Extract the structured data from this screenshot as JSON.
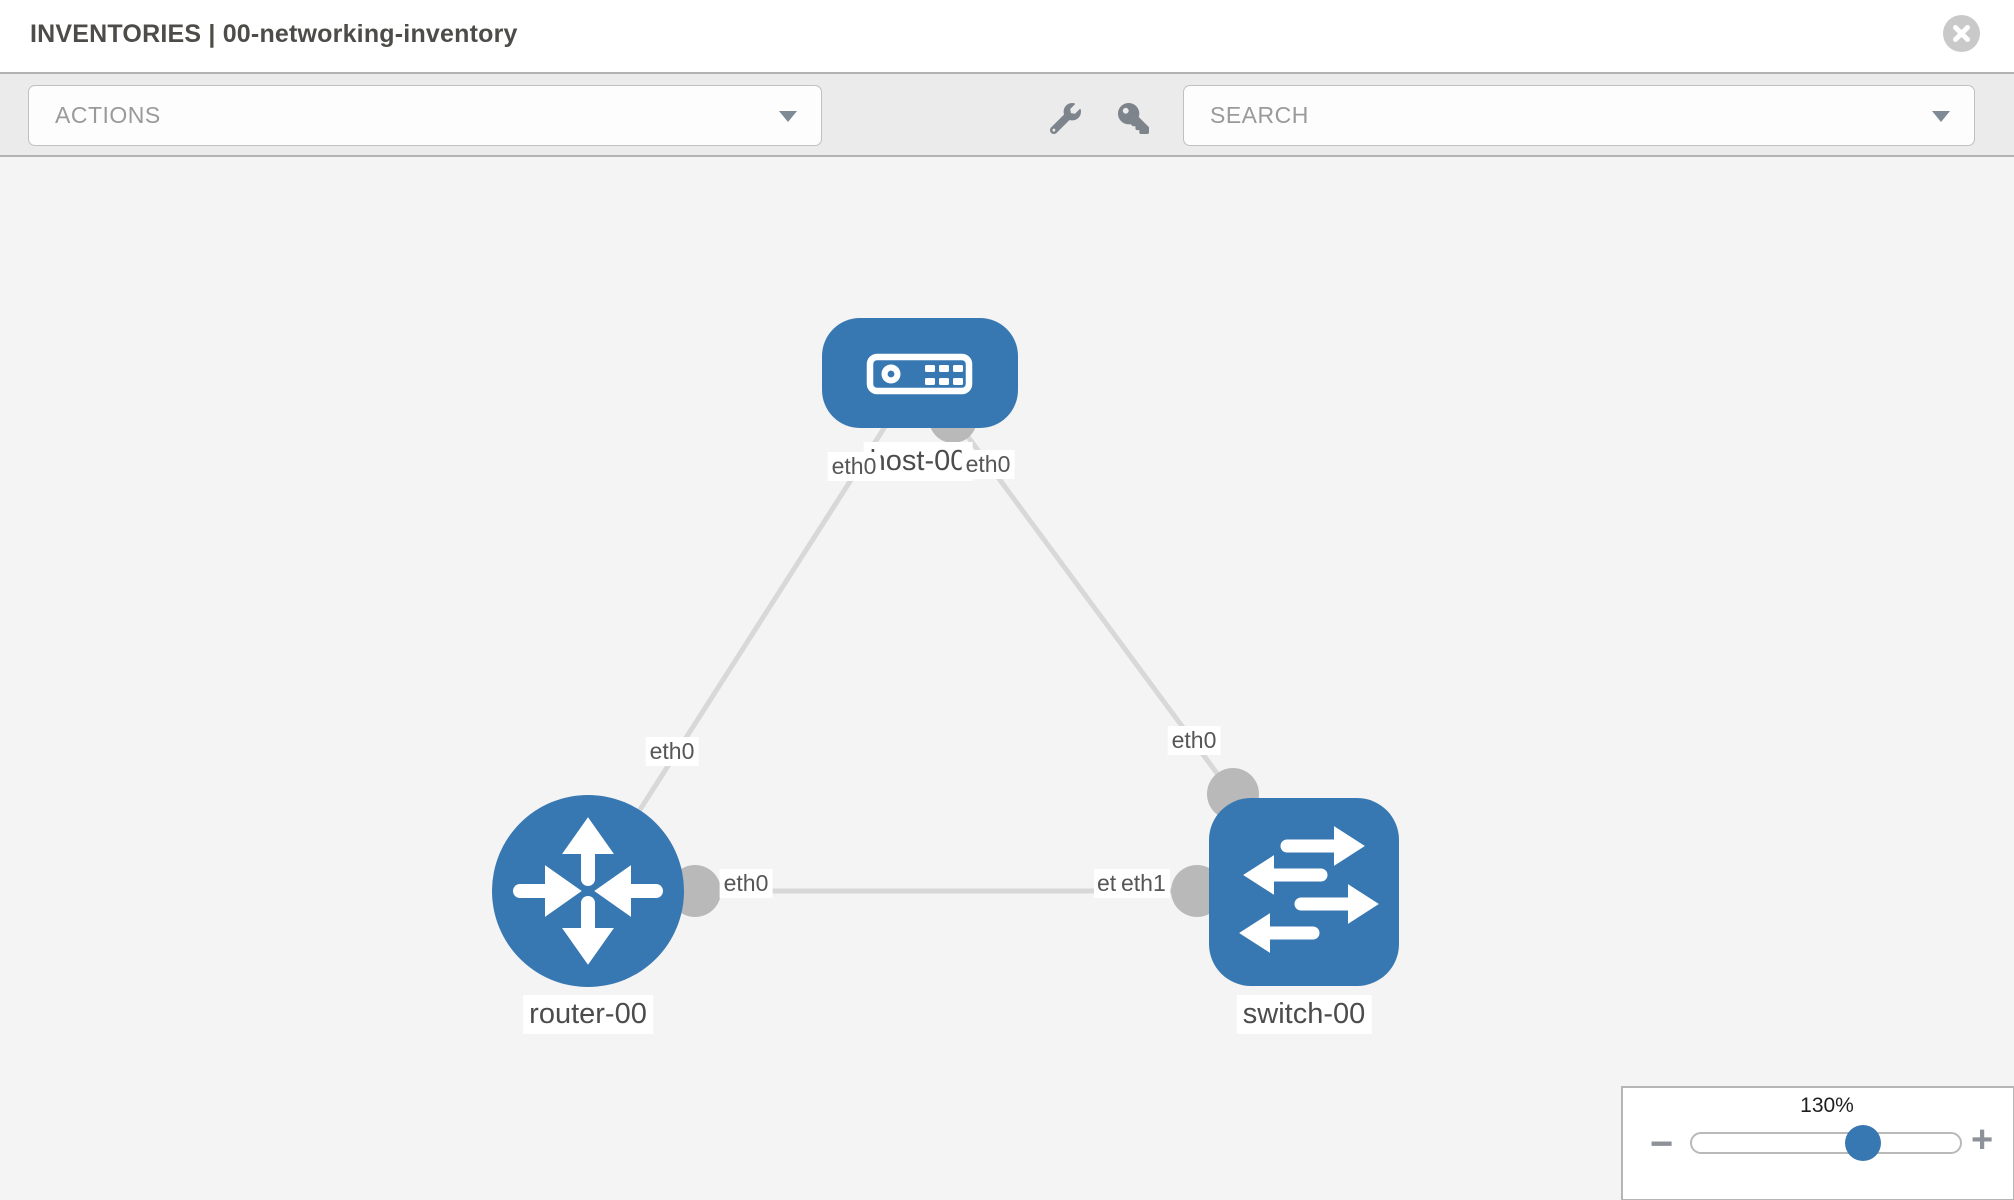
{
  "header": {
    "title": "INVENTORIES | 00-networking-inventory"
  },
  "toolbar": {
    "actions_label": "ACTIONS",
    "search_label": "SEARCH",
    "icons": [
      "wrench-icon",
      "key-icon"
    ]
  },
  "topology": {
    "nodes": [
      {
        "id": "host-00",
        "type": "host",
        "label": "host-00",
        "shape": "rounded-rect",
        "color": "#3878b2"
      },
      {
        "id": "router-00",
        "type": "router",
        "label": "router-00",
        "shape": "circle",
        "color": "#3878b2"
      },
      {
        "id": "switch-00",
        "type": "switch",
        "label": "switch-00",
        "shape": "rounded-square",
        "color": "#3878b2"
      }
    ],
    "links": [
      {
        "source": "host-00",
        "target": "router-00",
        "source_interface": "eth0",
        "target_interface": "eth0"
      },
      {
        "source": "host-00",
        "target": "switch-00",
        "source_interface": "eth0",
        "target_interface": "eth0"
      },
      {
        "source": "router-00",
        "target": "switch-00",
        "source_interface": "eth0",
        "target_interface": "eth1"
      }
    ],
    "colors": {
      "node_fill": "#3878b2",
      "link_stroke": "#d8d8d8",
      "endpoint_fill": "#b9b9b9",
      "canvas_bg": "#f4f4f4"
    }
  },
  "zoom_control": {
    "level": "130%",
    "minus": "−",
    "plus": "+"
  }
}
